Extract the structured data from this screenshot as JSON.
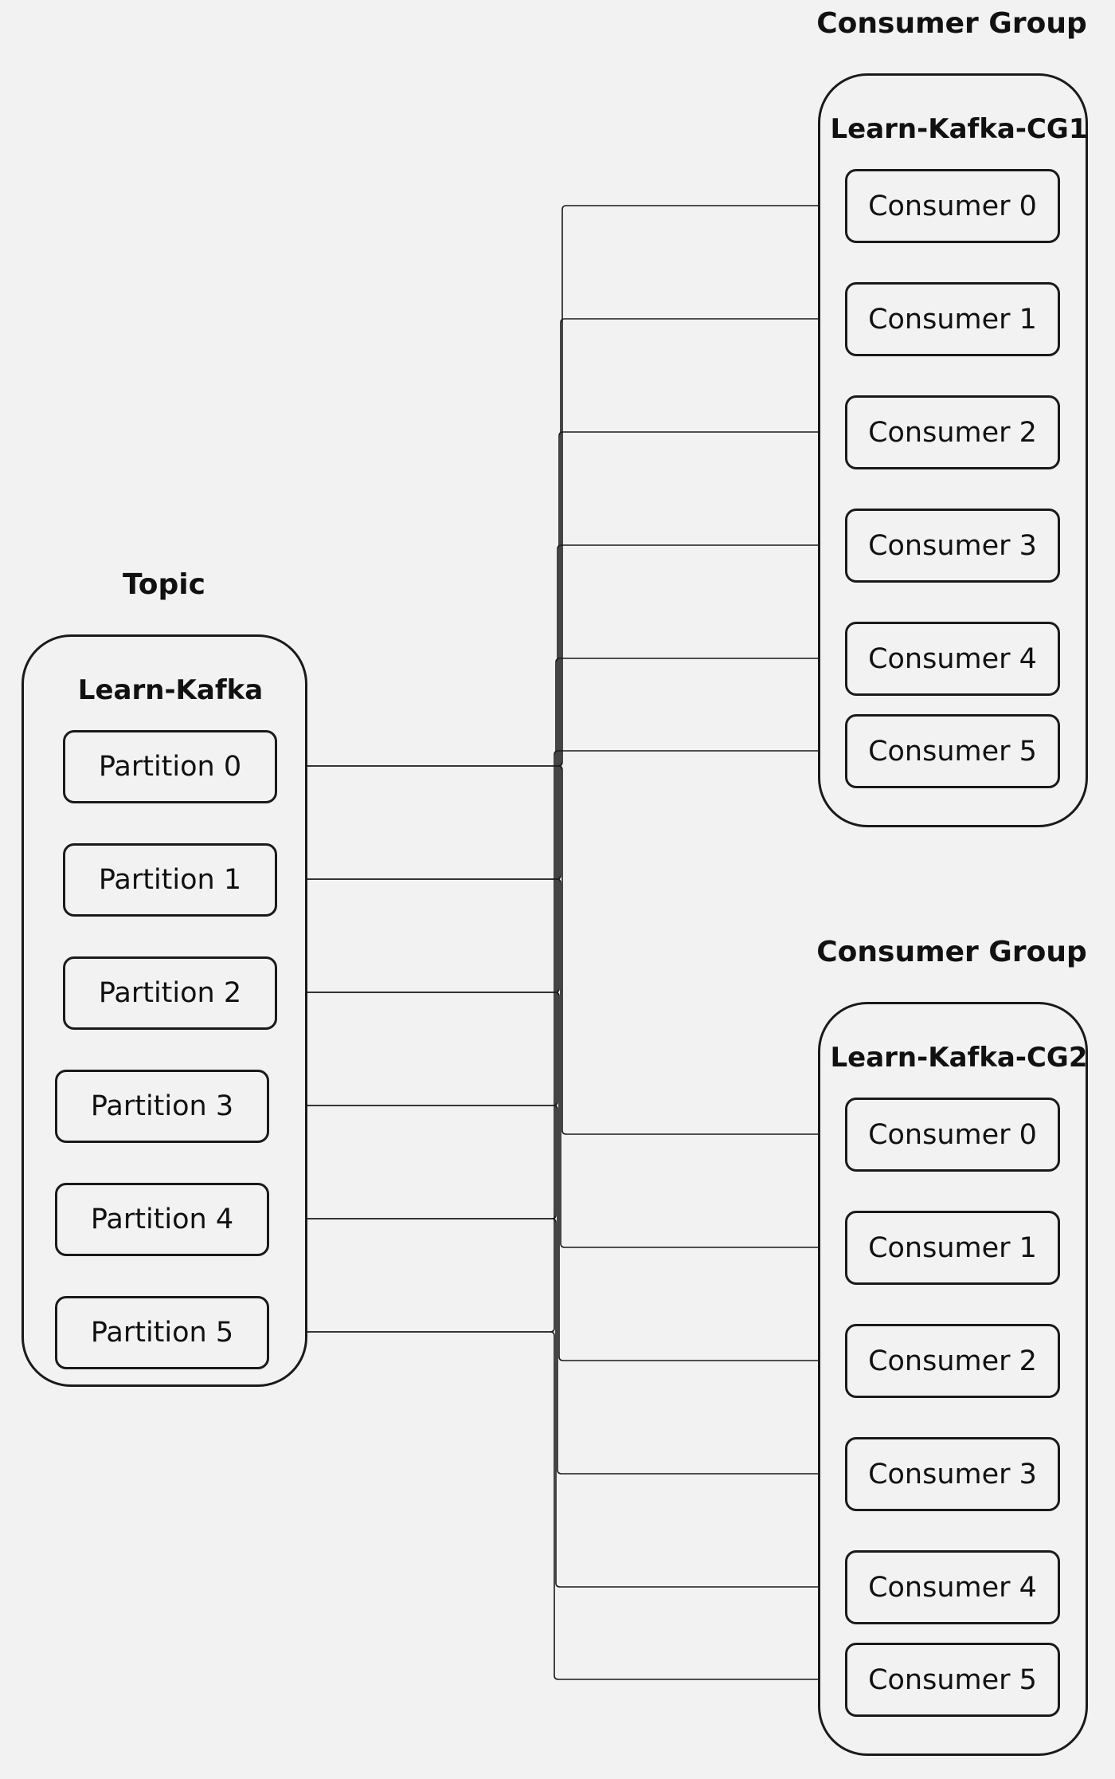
{
  "topic": {
    "label": "Topic",
    "name": "Learn-Kafka",
    "partitions": [
      "Partition 0",
      "Partition 1",
      "Partition 2",
      "Partition 3",
      "Partition 4",
      "Partition 5"
    ]
  },
  "groups": [
    {
      "label": "Consumer Group",
      "name": "Learn-Kafka-CG1",
      "consumers": [
        "Consumer 0",
        "Consumer 1",
        "Consumer 2",
        "Consumer 3",
        "Consumer 4",
        "Consumer 5"
      ]
    },
    {
      "label": "Consumer Group",
      "name": "Learn-Kafka-CG2",
      "consumers": [
        "Consumer 0",
        "Consumer 1",
        "Consumer 2",
        "Consumer 3",
        "Consumer 4",
        "Consumer 5"
      ]
    }
  ],
  "colors": {
    "background": "#f2f2f2",
    "stroke": "#1a1a1a",
    "text": "#111111"
  }
}
